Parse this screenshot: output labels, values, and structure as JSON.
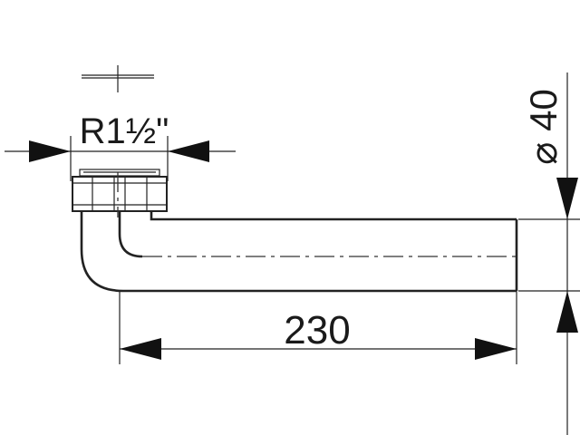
{
  "drawing": {
    "thread_label": "R1½\"",
    "length_label": "230",
    "diameter_label": "⌀ 40"
  }
}
